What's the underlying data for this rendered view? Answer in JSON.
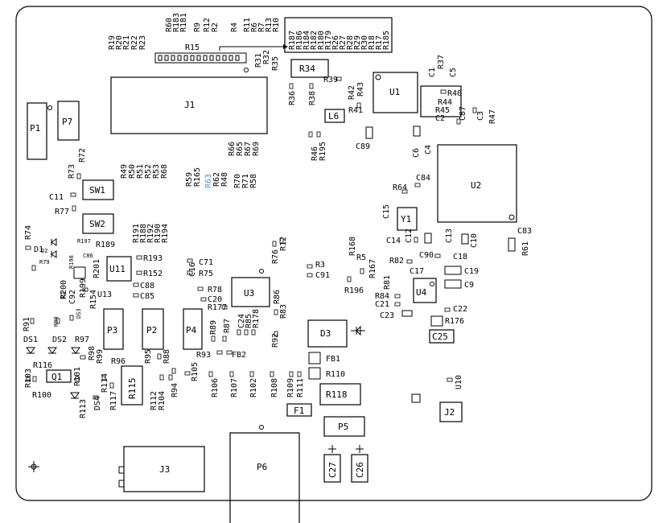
{
  "highlight_color": "#5a8fd8",
  "chips": [
    {
      "id": "P1",
      "label": "P1"
    },
    {
      "id": "P7",
      "label": "P7"
    },
    {
      "id": "J1",
      "label": "J1"
    },
    {
      "id": "SW1",
      "label": "SW1"
    },
    {
      "id": "SW2",
      "label": "SW2"
    },
    {
      "id": "U11",
      "label": "U11"
    },
    {
      "id": "U3",
      "label": "U3"
    },
    {
      "id": "R34",
      "label": "R34"
    },
    {
      "id": "U1",
      "label": "U1"
    },
    {
      "id": "L6",
      "label": "L6"
    },
    {
      "id": "U2",
      "label": "U2"
    },
    {
      "id": "Y1",
      "label": "Y1"
    },
    {
      "id": "U4",
      "label": "U4"
    },
    {
      "id": "D3",
      "label": "D3"
    },
    {
      "id": "C25",
      "label": "C25"
    },
    {
      "id": "P3",
      "label": "P3"
    },
    {
      "id": "P2",
      "label": "P2"
    },
    {
      "id": "P4",
      "label": "P4"
    },
    {
      "id": "Q1",
      "label": "Q1"
    },
    {
      "id": "R115",
      "label": "R115"
    },
    {
      "id": "R118",
      "label": "R118"
    },
    {
      "id": "F1",
      "label": "F1"
    },
    {
      "id": "P5",
      "label": "P5"
    },
    {
      "id": "J2",
      "label": "J2"
    },
    {
      "id": "J3",
      "label": "J3"
    },
    {
      "id": "P6",
      "label": "P6"
    },
    {
      "id": "C27",
      "label": "C27"
    },
    {
      "id": "C26",
      "label": "C26"
    }
  ],
  "designators": [
    "R19",
    "R20",
    "R21",
    "R22",
    "R23",
    "R60",
    "R183",
    "R181",
    "R9",
    "R12",
    "R2",
    "R4",
    "R11",
    "R6",
    "R7",
    "R13",
    "R10",
    "R187",
    "R186",
    "R184",
    "R182",
    "R180",
    "R179",
    "R26",
    "R27",
    "R28",
    "R29",
    "R30",
    "R18",
    "R17",
    "R185",
    "R15",
    "R31",
    "R32",
    "R35",
    "R36",
    "R38",
    "R39",
    "R42",
    "R43",
    "R41",
    "R40",
    "R44",
    "R45",
    "C2",
    "C1",
    "R37",
    "C5",
    "C87",
    "C3",
    "R47",
    "R46",
    "R195",
    "C89",
    "C6",
    "C4",
    "C84",
    "R64",
    "R66",
    "R65",
    "R67",
    "R69",
    "R70",
    "R71",
    "R58",
    "R59",
    "R165",
    "R63",
    "R62",
    "R48",
    "R49",
    "R50",
    "R51",
    "R52",
    "R53",
    "R68",
    "R72",
    "R73",
    "C11",
    "R77",
    "R74",
    "D1",
    "D2",
    "R79",
    "R197",
    "R198",
    "C86",
    "R189",
    "R191",
    "R188",
    "R192",
    "R190",
    "R194",
    "R193",
    "R152",
    "C71",
    "R75",
    "R76",
    "R12",
    "R168",
    "R5",
    "R3",
    "C91",
    "R167",
    "R196",
    "R81",
    "R82",
    "C90",
    "C18",
    "C17",
    "C19",
    "C9",
    "C15",
    "C14",
    "C12",
    "C13",
    "C10",
    "C83",
    "R61",
    "C88",
    "C85",
    "U13",
    "R201",
    "R200",
    "C92",
    "R199",
    "R154",
    "C16",
    "R78",
    "C20",
    "R177",
    "R86",
    "R83",
    "R84",
    "C21",
    "C22",
    "C23",
    "R176",
    "R91",
    "R90",
    "DS3",
    "DS1",
    "DS2",
    "R97",
    "R98",
    "R99",
    "R96",
    "R95",
    "R88",
    "R89",
    "R87",
    "C24",
    "R85",
    "R178",
    "R92",
    "R93",
    "FB2",
    "FB1",
    "R110",
    "R103",
    "R116",
    "R100",
    "R101",
    "R114",
    "R117",
    "DS4",
    "R113",
    "R112",
    "R104",
    "R94",
    "R105",
    "R106",
    "R107",
    "R102",
    "R108",
    "R109",
    "R111",
    "U10"
  ]
}
